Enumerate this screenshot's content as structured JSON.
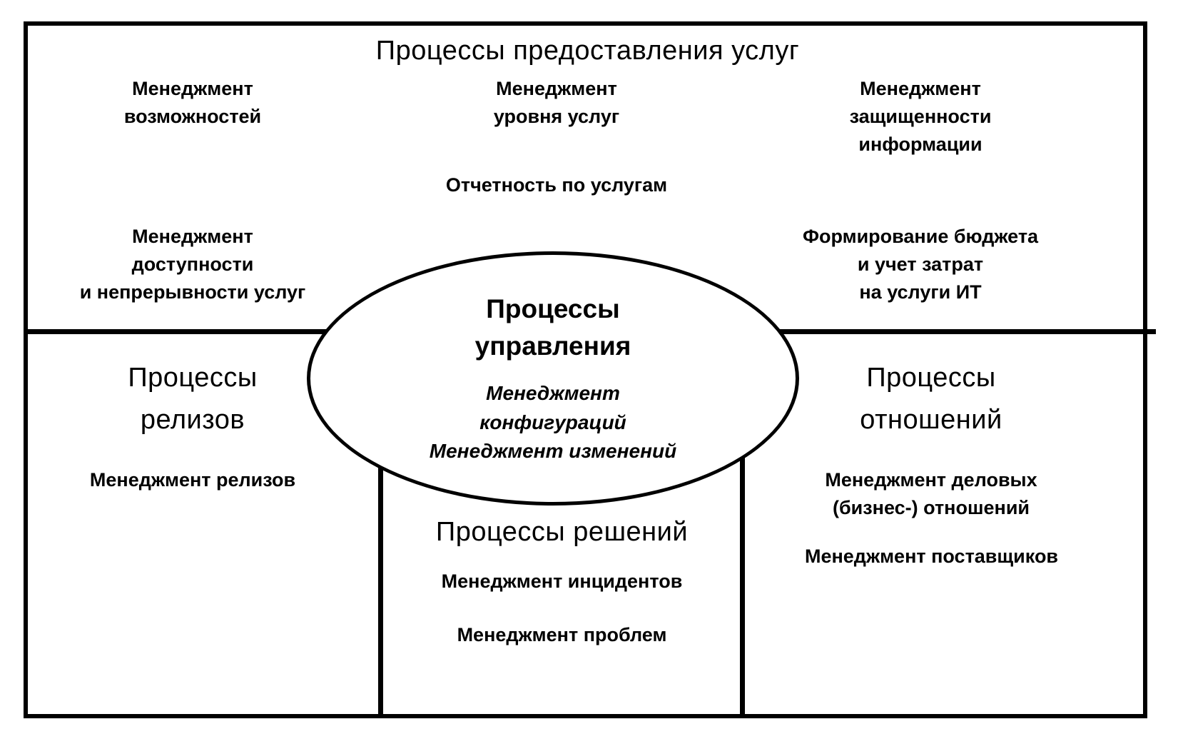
{
  "diagram": {
    "top": {
      "title": "Процессы предоставления услуг",
      "capacity": "Менеджмент\nвозможностей",
      "service_level": "Менеджмент\nуровня услуг",
      "security": "Менеджмент\nзащищенности\nинформации",
      "reporting": "Отчетность по услугам",
      "availability": "Менеджмент\nдоступности\nи непрерывности услуг",
      "budgeting": "Формирование бюджета\nи учет затрат\nна услуги ИТ"
    },
    "ellipse": {
      "title": "Процессы\nуправления",
      "items": "Менеджмент\nконфигураций\nМенеджмент изменений"
    },
    "release": {
      "title": "Процессы\nрелизов",
      "release_mgmt": "Менеджмент релизов"
    },
    "resolution": {
      "title": "Процессы решений",
      "incident": "Менеджмент инцидентов",
      "problem": "Менеджмент проблем"
    },
    "relationship": {
      "title": "Процессы\nотношений",
      "business": "Менеджмент деловых\n(бизнес-) отношений",
      "supplier": "Менеджмент поставщиков"
    }
  },
  "colors": {
    "border": "#000000",
    "background": "#ffffff",
    "text": "#000000"
  }
}
